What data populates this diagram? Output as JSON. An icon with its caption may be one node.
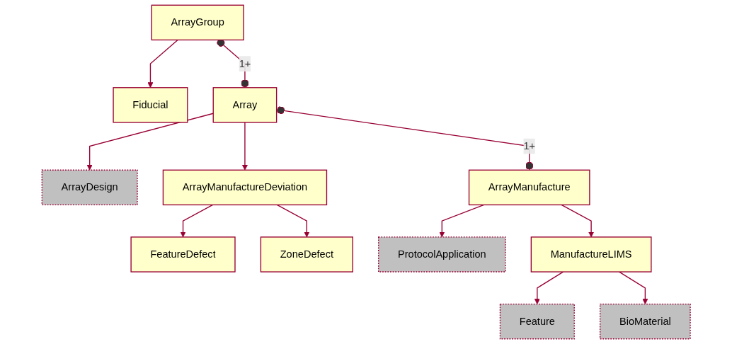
{
  "diagram": {
    "nodes": [
      {
        "text": [
          "ArrayDesign"
        ]
      },
      {
        "text": [
          "ArrayGroup"
        ]
      },
      {
        "text": [
          "Array"
        ]
      },
      {
        "text": [
          "ArrayManufacture"
        ]
      },
      {
        "text": [
          "ProtocolApplication"
        ]
      },
      {
        "text": [
          "Fiducial"
        ]
      },
      {
        "text": [
          "ArrayManufactureDeviation"
        ]
      },
      {
        "text": [
          "ManufactureLIMS"
        ]
      },
      {
        "text": [
          "FeatureDefect"
        ]
      },
      {
        "text": [
          "ZoneDefect"
        ]
      },
      {
        "text": [
          "Feature"
        ]
      },
      {
        "text": [
          "BioMaterial"
        ]
      }
    ],
    "edges": [
      {
        "from": 1,
        "to": 5,
        "arrow": "to"
      },
      {
        "from": 1,
        "to": 2,
        "arrow": "other",
        "label": "1+"
      },
      {
        "from": 2,
        "to": 0,
        "arrow": "to"
      },
      {
        "from": 2,
        "to": 6,
        "arrow": "to"
      },
      {
        "from": 2,
        "to": 3,
        "arrow": "other",
        "label": "1+"
      },
      {
        "from": 6,
        "to": 8,
        "arrow": "to"
      },
      {
        "from": 6,
        "to": 9,
        "arrow": "to"
      },
      {
        "from": 3,
        "to": 4,
        "arrow": "to"
      },
      {
        "from": 3,
        "to": 7,
        "arrow": "to"
      },
      {
        "from": 7,
        "to": 10,
        "arrow": "to"
      },
      {
        "from": 7,
        "to": 11,
        "arrow": "to"
      }
    ]
  }
}
